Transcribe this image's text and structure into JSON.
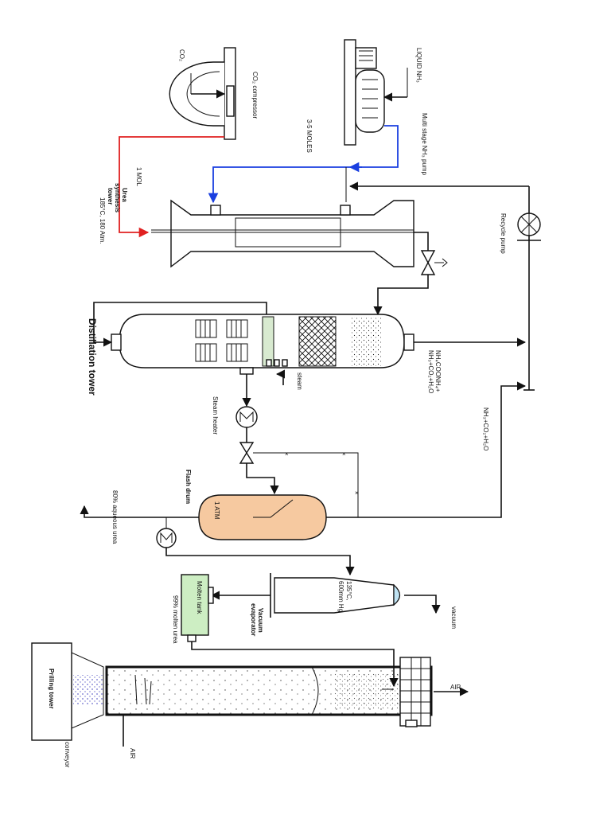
{
  "labels": {
    "co2": "CO₂",
    "co2_compressor": "CO₂ compressor",
    "liquid_nh3": "LIQUID NH₃",
    "multistage_pump": "Multi stage NH₃ pump",
    "moles_35": "3-5 MOLES",
    "mol_1": "1 MOL",
    "reactor_line1": "Urea",
    "reactor_line2": "synthesis",
    "reactor_line3": "tower",
    "reactor_conditions": "185°C, 180 Atm.",
    "recycle_pump": "Recycle pump",
    "distillation_tower": "Distillation tower",
    "carbamate_line1": "NH₄COONH₄+",
    "carbamate_line2": "NH₃+CO₂+H₂O",
    "steam": "steam",
    "steam_heater": "Steam heater",
    "offgas": "NH₃+CO₂+H₂O",
    "flash_drum": "Flash drum",
    "flash_pressure": "1 ATM",
    "aqueous_urea": "80% aqueous urea",
    "evap_temp": "135°C,",
    "evap_pressure": "600mm Hg",
    "vacuum": "vacuum",
    "vacuum_evaporator_line1": "Vacuum",
    "vacuum_evaporator_line2": "evaporator",
    "molten_tank": "Molten tank",
    "molten_urea": "99% molten urea",
    "prilling_tower": "Prilling tower",
    "conveyor": "conveyor",
    "air_bottom": "AIR",
    "air_top": "AIR"
  },
  "colors": {
    "co2_line": "#e02020",
    "nh3_line": "#1a3fe0",
    "flash_drum_fill": "#f6c9a0",
    "molten_tank_fill": "#cdeec3",
    "evaporator_cap": "#bfe3f3",
    "prill_dots": "#6a6acc"
  }
}
